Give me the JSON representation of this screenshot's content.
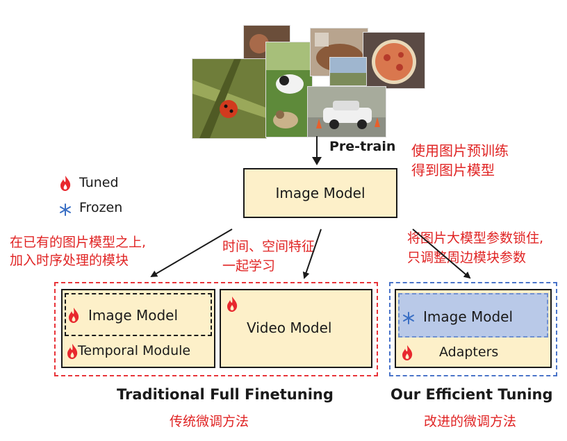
{
  "legend": {
    "tuned": "Tuned",
    "frozen": "Frozen"
  },
  "top": {
    "pretrain_label": "Pre-train",
    "image_model": "Image Model",
    "note_line1": "使用图片预训练",
    "note_line2": "得到图片模型"
  },
  "annotations": {
    "left_line1": "在已有的图片模型之上,",
    "left_line2": "加入时序处理的模块",
    "mid_line1": "时间、空间特征",
    "mid_line2": "一起学习",
    "right_line1": "将图片大模型参数锁住,",
    "right_line2": "只调整周边模块参数"
  },
  "traditional": {
    "image_model": "Image Model",
    "temporal_module": "Temporal Module",
    "video_model": "Video Model",
    "title": "Traditional Full Finetuning",
    "subtitle": "传统微调方法"
  },
  "efficient": {
    "image_model": "Image Model",
    "adapters": "Adapters",
    "title": "Our Efficient Tuning",
    "subtitle": "改进的微调方法"
  },
  "icons": {
    "tuned": "fire-icon",
    "frozen": "snowflake-icon"
  },
  "colors": {
    "box_fill": "#fdf0c9",
    "frozen_fill": "#b9c9e8",
    "red": "#e02424",
    "blue_dash": "#4a74c9"
  }
}
